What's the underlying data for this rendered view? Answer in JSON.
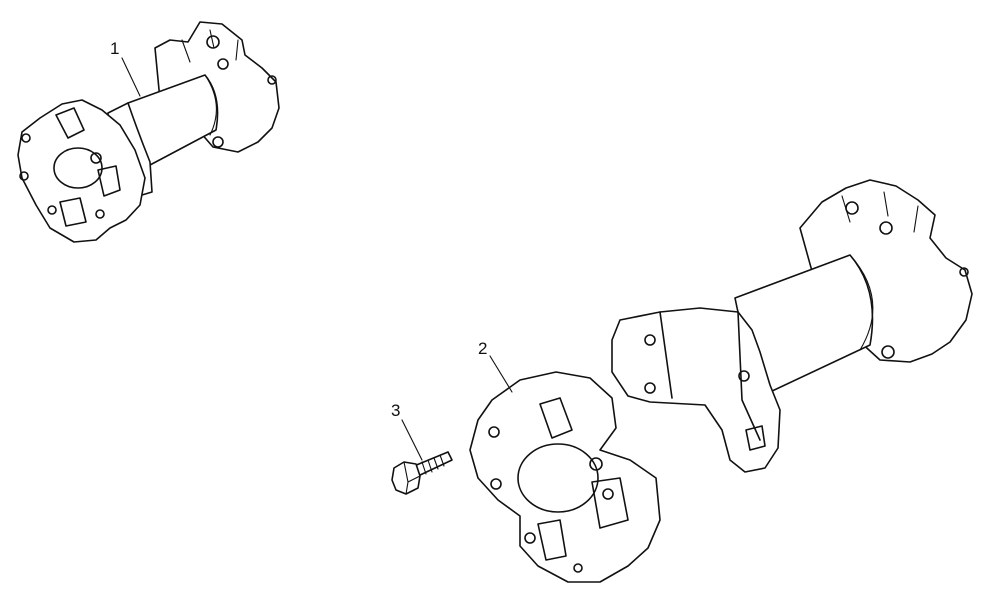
{
  "callouts": [
    {
      "id": "1",
      "label": "1"
    },
    {
      "id": "2",
      "label": "2"
    },
    {
      "id": "3",
      "label": "3"
    }
  ],
  "icons": [
    "assembled-drive-shaft-icon",
    "universal-joint-spider-icon",
    "bolt-icon",
    "shaft-yoke-icon"
  ],
  "colors": {
    "line": "#111111",
    "background": "#ffffff"
  }
}
